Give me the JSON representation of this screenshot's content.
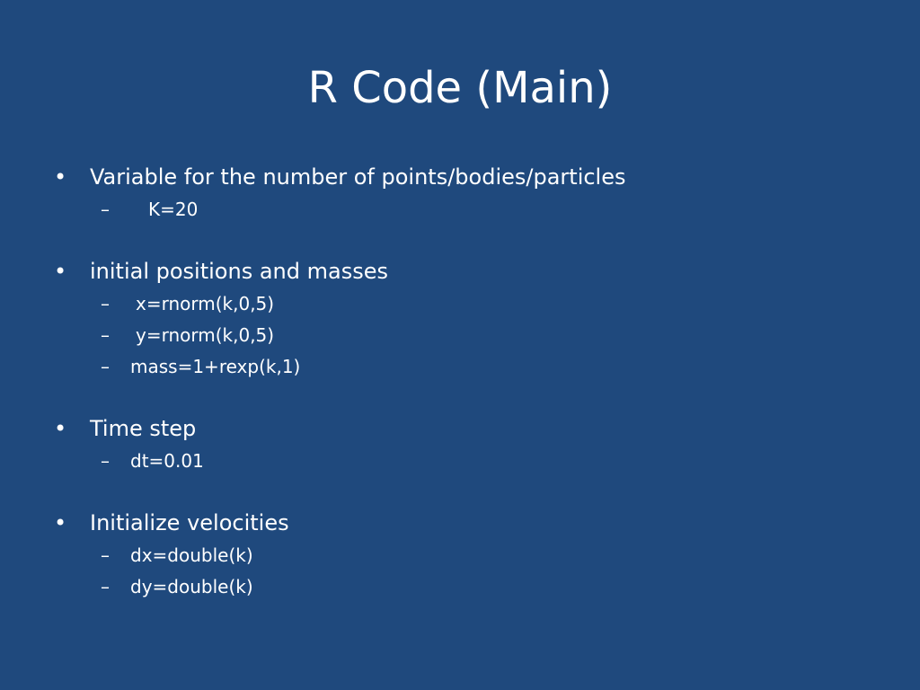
{
  "slide": {
    "title": "R Code (Main)",
    "bullet_glyph": "•",
    "dash_glyph": "–",
    "items": [
      {
        "text": "Variable for the number of points/bodies/particles",
        "sub": [
          "K=20"
        ]
      },
      {
        "text": "initial positions and masses",
        "sub": [
          "x=rnorm(k,0,5)",
          "y=rnorm(k,0,5)",
          "mass=1+rexp(k,1)"
        ]
      },
      {
        "text": "Time step",
        "sub": [
          "dt=0.01"
        ]
      },
      {
        "text": "Initialize velocities",
        "sub": [
          "dx=double(k)",
          "dy=double(k)"
        ]
      }
    ]
  },
  "colors": {
    "background": "#1f497d",
    "text": "#ffffff"
  }
}
